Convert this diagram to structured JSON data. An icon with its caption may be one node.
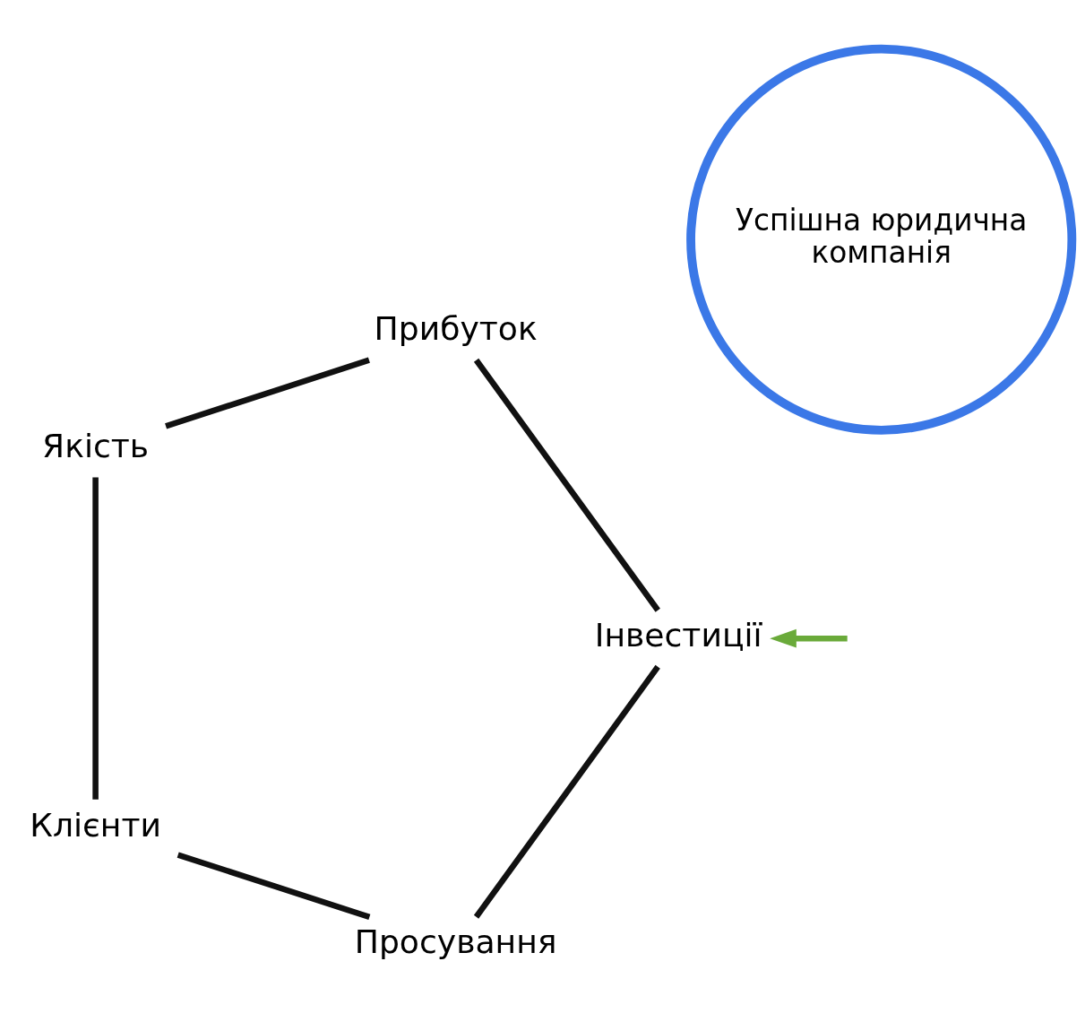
{
  "diagram": {
    "nodes": [
      {
        "text": [
          "Успішна юридична компанія"
        ]
      },
      {
        "text": [
          "Інвестиції"
        ]
      },
      {
        "text": [
          "Просування"
        ]
      },
      {
        "text": [
          "Клієнти"
        ]
      },
      {
        "text": [
          "Якість"
        ]
      },
      {
        "text": [
          "Прибуток"
        ]
      }
    ],
    "edges": [
      {
        "from": null,
        "to": 1,
        "arrow": "to",
        "color": "#6aaa3a"
      },
      {
        "from": 1,
        "to": 2,
        "arrow": "none"
      },
      {
        "from": 2,
        "to": 3,
        "arrow": "none"
      },
      {
        "from": 3,
        "to": 4,
        "arrow": "none"
      },
      {
        "from": 4,
        "to": 5,
        "arrow": "none"
      },
      {
        "from": 5,
        "to": 1,
        "arrow": "none"
      }
    ]
  }
}
